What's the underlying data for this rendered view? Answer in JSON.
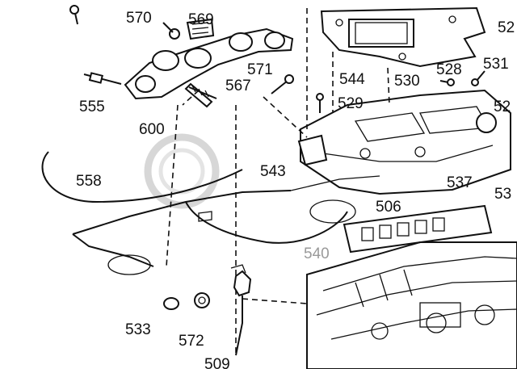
{
  "labels": {
    "l570": "570",
    "l569": "569",
    "l571": "571",
    "l567": "567",
    "l555": "555",
    "l600": "600",
    "l544": "544",
    "l529": "529",
    "l530": "530",
    "l531": "531",
    "l528": "528",
    "l52r": "52",
    "l52t": "52",
    "l543": "543",
    "l537": "537",
    "l506": "506",
    "l53r": "53",
    "l558": "558",
    "l540": "540",
    "l533": "533",
    "l572": "572",
    "l509": "509"
  },
  "colors": {
    "line": "#111111",
    "background": "#ffffff",
    "watermark": "#b8b8b8"
  }
}
